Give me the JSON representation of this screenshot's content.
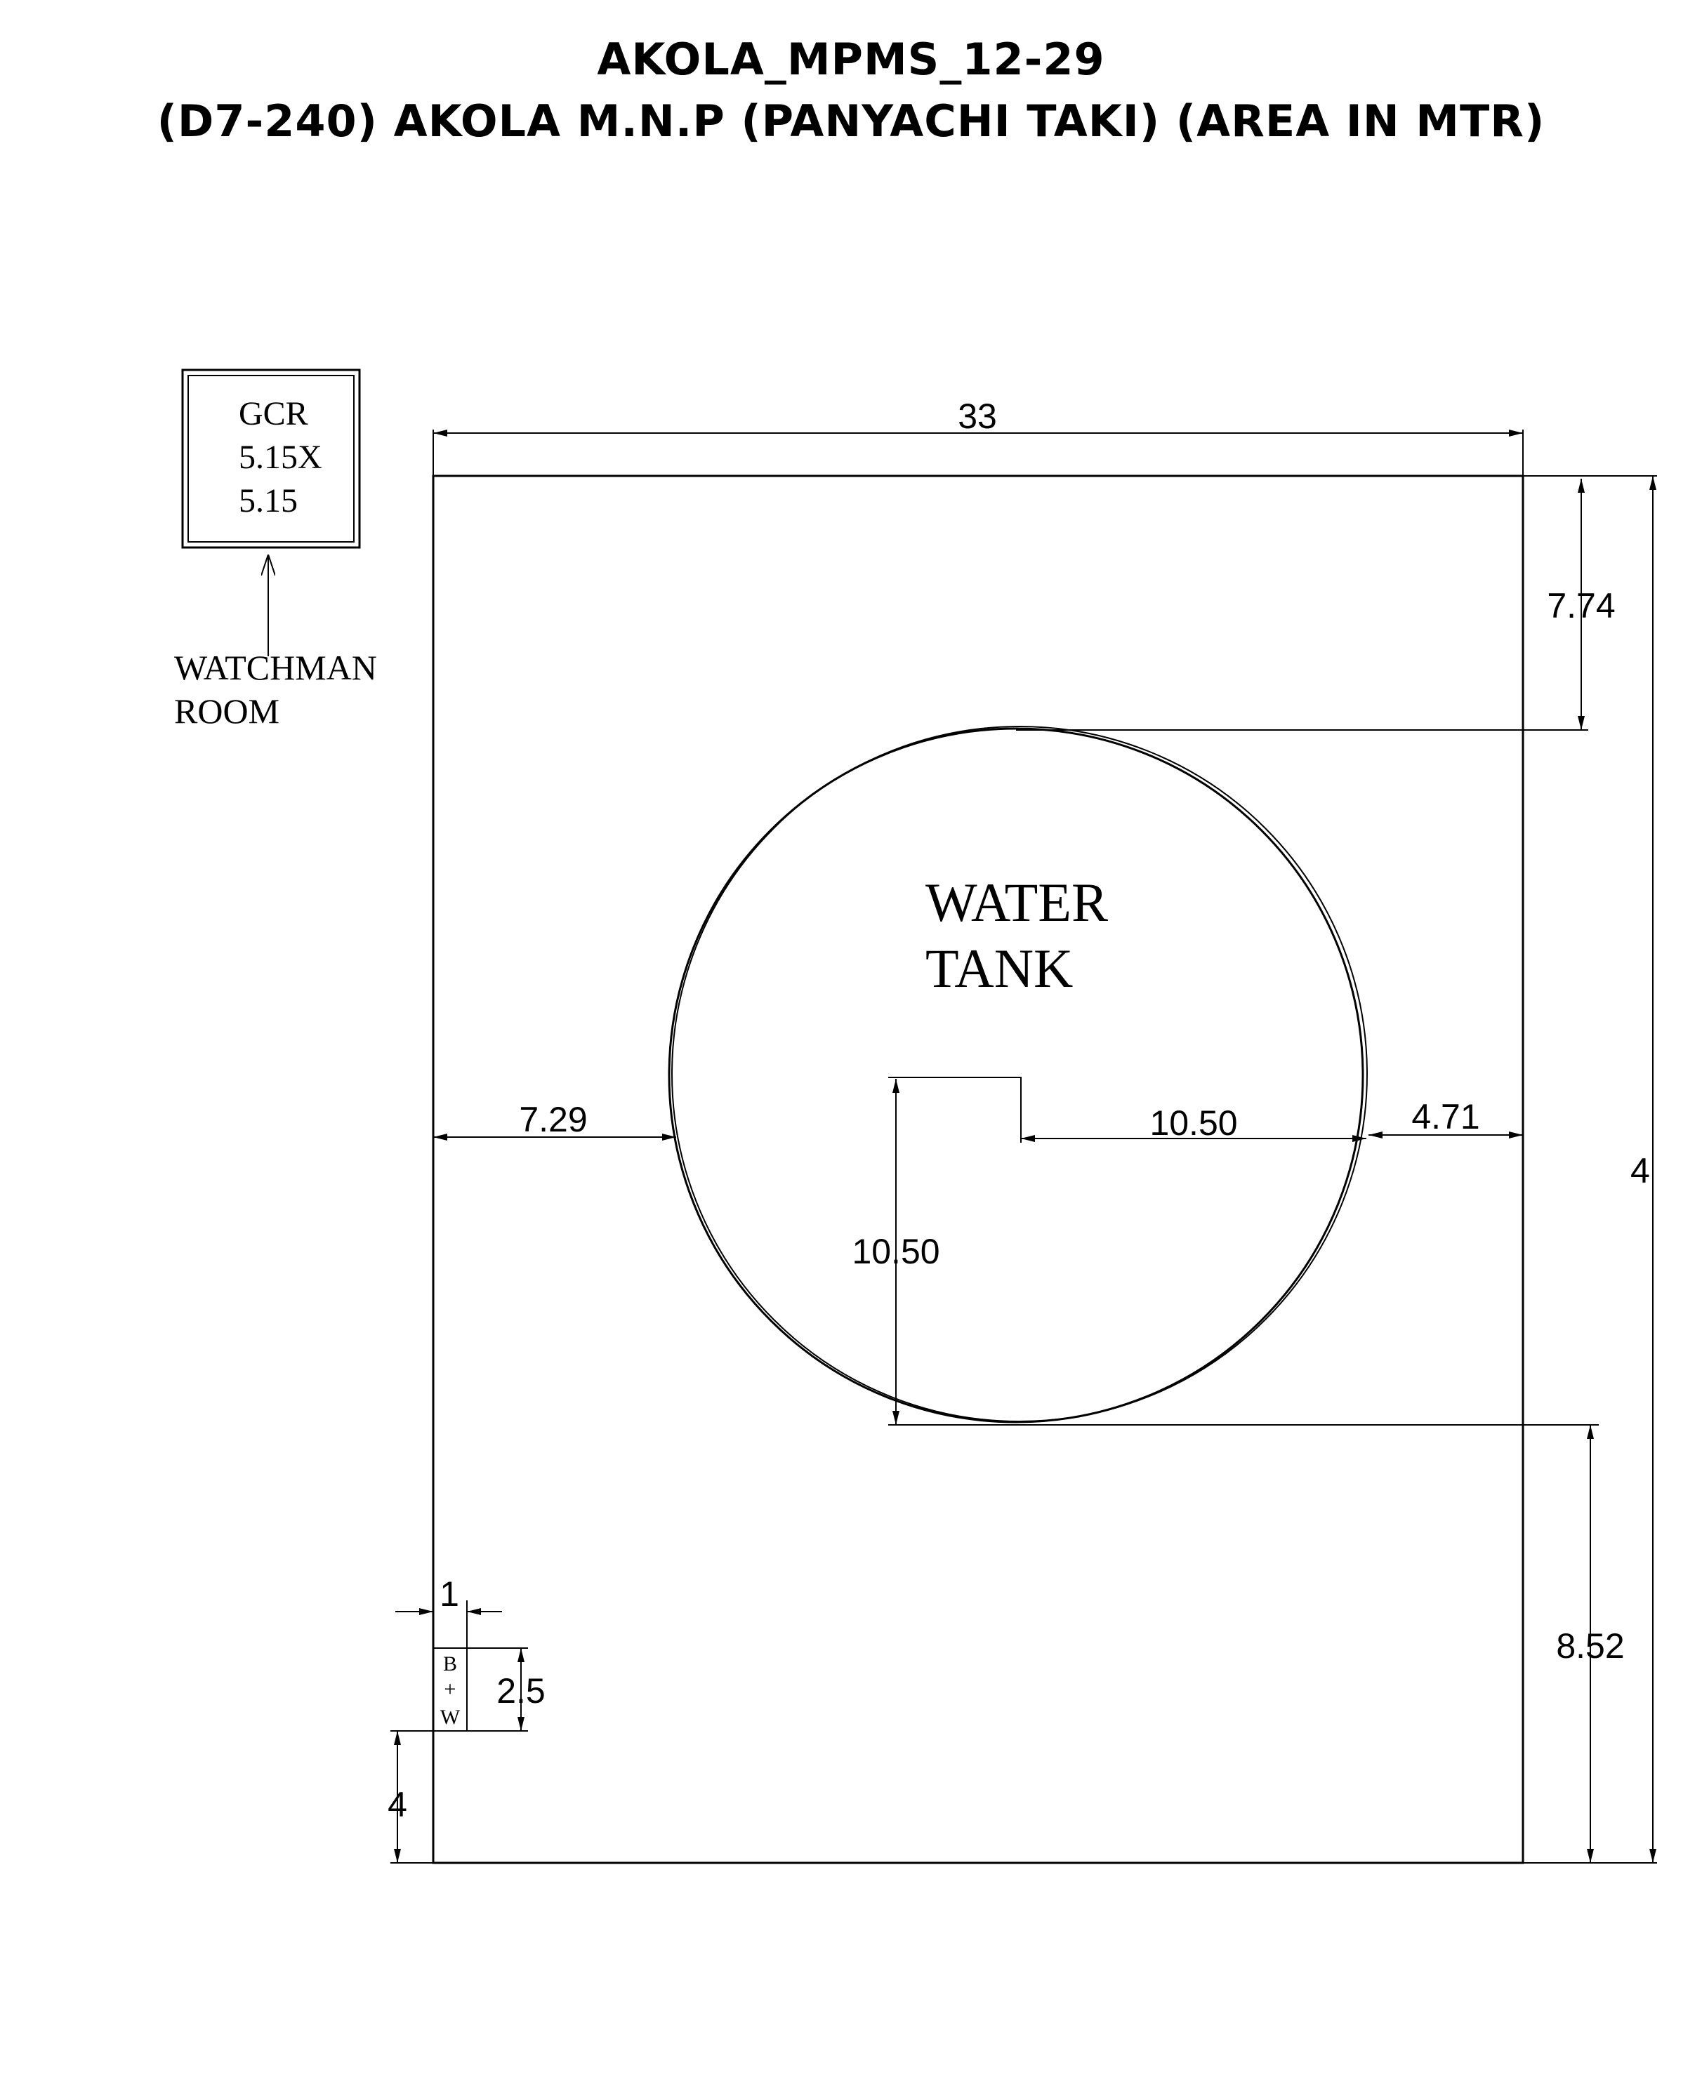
{
  "title_line1": "AKOLA_MPMS_12-29",
  "title_line2": "(D7-240) AKOLA M.N.P (PANYACHI TAKI) (AREA IN MTR)",
  "gcr": {
    "line1": "GCR",
    "line2": "5.15X",
    "line3": "5.15"
  },
  "watchman": {
    "line1": "WATCHMAN",
    "line2": "ROOM"
  },
  "water_tank": {
    "line1": "WATER",
    "line2": "TANK"
  },
  "dimensions": {
    "width_top": "33",
    "top_to_tank": "7.74",
    "left_to_tank": "7.29",
    "radius_horizontal": "10.50",
    "tank_to_right": "4.71",
    "radius_vertical": "10.50",
    "overall_height": "4",
    "tank_to_bottom": "8.52",
    "bw_width": "1",
    "bw_height": "2.5",
    "bw_to_bottom": "4"
  },
  "bw_box": {
    "line1": "B",
    "line2": "+",
    "line3": "W"
  }
}
